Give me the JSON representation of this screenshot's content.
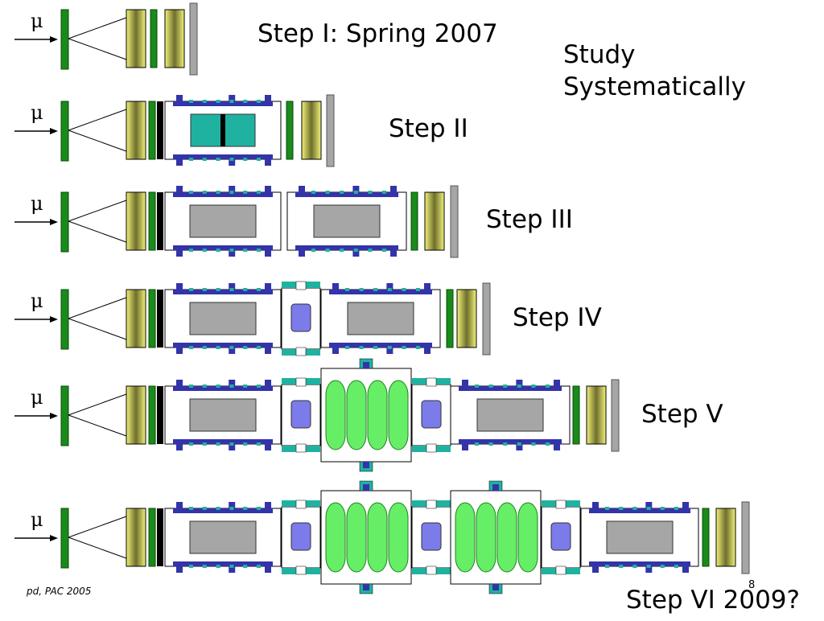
{
  "muon_symbol": "μ",
  "colors": {
    "detector_green": "#1a8a1a",
    "detector_black": "#000000",
    "tracker_yellow": "#f0f080",
    "tracker_gradient_mid": "#6b6b2e",
    "end_gray": "#a6a6a6",
    "magnet_blue": "#3333aa",
    "teal": "#20b2a0",
    "absorber_gray": "#a6a6a6",
    "absorber_small": "#7b7bea",
    "rf_green": "#66ee66",
    "rf_green_dark": "#208020",
    "gray_outline": "#666666"
  },
  "labels": {
    "step1": "Step I: Spring 2007",
    "study": "Study",
    "systematically": "Systematically",
    "step2": "Step II",
    "step3": "Step III",
    "step4": "Step IV",
    "step5": "Step V",
    "step6": "Step VI 2009?",
    "footer": "pd, PAC 2005",
    "page_number": "8"
  }
}
